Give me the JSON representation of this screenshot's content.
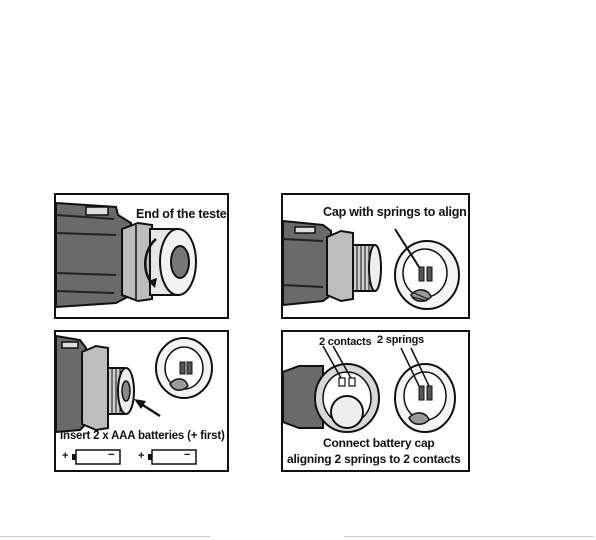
{
  "panels": {
    "end_of_tester": {
      "caption": "End of the tester"
    },
    "cap_align": {
      "caption": "Cap with springs to align"
    },
    "insert_batteries": {
      "caption": "Insert 2 x AAA batteries (+ first)",
      "battery_plus": "+",
      "battery_minus": "−"
    },
    "connect_cap": {
      "contacts_label": "2 contacts",
      "springs_label": "2 springs",
      "caption_line1": "Connect battery cap",
      "caption_line2": "aligning 2 springs to 2 contacts"
    }
  }
}
